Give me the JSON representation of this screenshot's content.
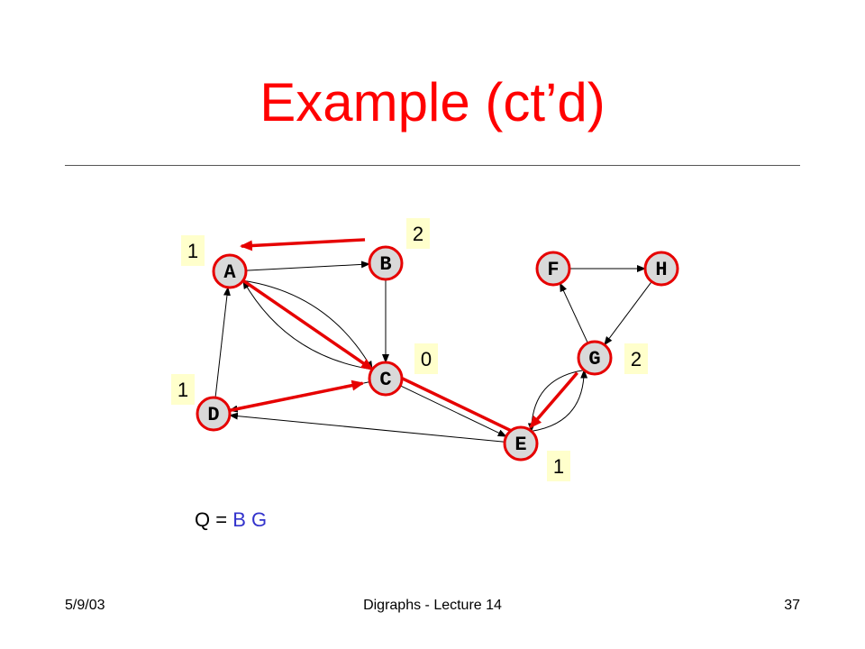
{
  "slide": {
    "title": "Example (ct’d)",
    "footer": {
      "date": "5/9/03",
      "center": "Digraphs - Lecture 14",
      "page": "37"
    }
  },
  "queue": {
    "label": "Q =",
    "value": "B G"
  },
  "colors": {
    "title": "#ff0000",
    "highlight": "#e60000",
    "node_fill": "#d9d9d9",
    "label_bg": "#ffffcc",
    "queue_value": "#3333cc"
  },
  "graph": {
    "nodes": [
      {
        "id": "A",
        "label": "A"
      },
      {
        "id": "B",
        "label": "B"
      },
      {
        "id": "C",
        "label": "C"
      },
      {
        "id": "D",
        "label": "D"
      },
      {
        "id": "E",
        "label": "E"
      },
      {
        "id": "F",
        "label": "F"
      },
      {
        "id": "G",
        "label": "G"
      },
      {
        "id": "H",
        "label": "H"
      }
    ],
    "edges": [
      {
        "from": "A",
        "to": "B",
        "highlighted": false
      },
      {
        "from": "A",
        "to": "C",
        "highlighted": false
      },
      {
        "from": "B",
        "to": "C",
        "highlighted": false
      },
      {
        "from": "C",
        "to": "A",
        "highlighted": false
      },
      {
        "from": "C",
        "to": "D",
        "highlighted": false
      },
      {
        "from": "C",
        "to": "E",
        "highlighted": false
      },
      {
        "from": "D",
        "to": "A",
        "highlighted": false
      },
      {
        "from": "E",
        "to": "D",
        "highlighted": false
      },
      {
        "from": "E",
        "to": "G",
        "highlighted": false
      },
      {
        "from": "F",
        "to": "H",
        "highlighted": false
      },
      {
        "from": "G",
        "to": "F",
        "highlighted": false
      },
      {
        "from": "G",
        "to": "E",
        "highlighted": false
      },
      {
        "from": "H",
        "to": "G",
        "highlighted": false
      },
      {
        "from": "B",
        "to": "A",
        "highlighted": true
      },
      {
        "from": "A",
        "to": "C",
        "highlighted": true
      },
      {
        "from": "D",
        "to": "C",
        "highlighted": true
      },
      {
        "from": "E",
        "to": "C",
        "highlighted": true
      },
      {
        "from": "G",
        "to": "E",
        "highlighted": true
      }
    ],
    "distances": [
      {
        "node": "A",
        "value": "1"
      },
      {
        "node": "B",
        "value": "2"
      },
      {
        "node": "C",
        "value": "0"
      },
      {
        "node": "D",
        "value": "1"
      },
      {
        "node": "E",
        "value": "1"
      },
      {
        "node": "G",
        "value": "2"
      }
    ]
  }
}
